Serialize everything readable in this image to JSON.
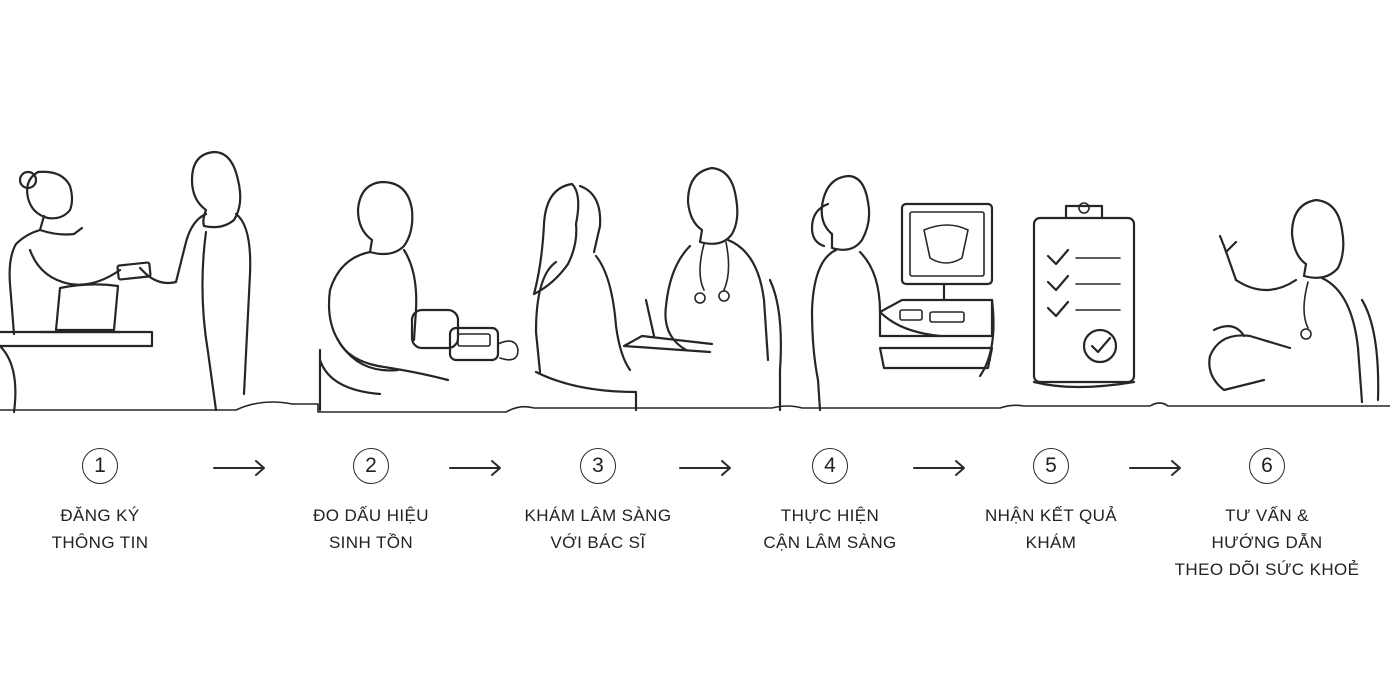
{
  "palette": {
    "ink": "#262626",
    "background": "#ffffff"
  },
  "steps": [
    {
      "number": "1",
      "lines": [
        "ĐĂNG KÝ",
        "THÔNG TIN"
      ],
      "scene_icon": "registration-desk-icon"
    },
    {
      "number": "2",
      "lines": [
        "ĐO DẤU HIỆU",
        "SINH TỒN"
      ],
      "scene_icon": "blood-pressure-icon"
    },
    {
      "number": "3",
      "lines": [
        "KHÁM LÂM SÀNG",
        "VỚI BÁC SĨ"
      ],
      "scene_icon": "doctor-consultation-icon"
    },
    {
      "number": "4",
      "lines": [
        "THỰC HIỆN",
        "CẬN LÂM SÀNG"
      ],
      "scene_icon": "ultrasound-machine-icon"
    },
    {
      "number": "5",
      "lines": [
        "NHẬN KẾT QUẢ",
        "KHÁM"
      ],
      "scene_icon": "results-clipboard-icon"
    },
    {
      "number": "6",
      "lines": [
        "TƯ VẤN &",
        "HƯỚNG DẪN",
        "THEO DÕI SỨC KHOẺ"
      ],
      "scene_icon": "doctor-advice-icon"
    }
  ]
}
